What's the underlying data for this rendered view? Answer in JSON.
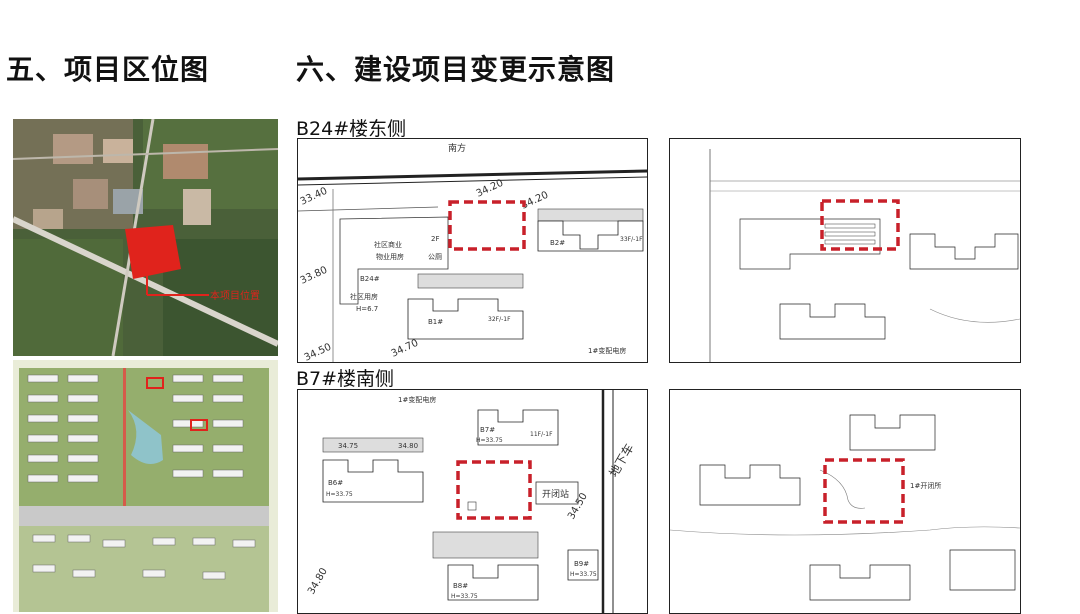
{
  "headings": {
    "location_title": "五、项目区位图",
    "change_title": "六、建设项目变更示意图"
  },
  "section_labels": {
    "b24": "B24#楼东侧",
    "b7": "B7#楼南侧"
  },
  "aerial": {
    "marker_label": "本项目位置"
  },
  "plan_b24_before": {
    "road_label": "南方",
    "elev_1": "33.40",
    "elev_2": "34.20",
    "elev_3": "34.20",
    "elev_4": "33.80",
    "elev_5": "34.50",
    "elev_6": "34.70",
    "text_community": "社区商业",
    "text_property": "物业用房",
    "text_toilet": "公厕",
    "text_2f": "2F",
    "text_b24": "B24#",
    "text_service": "社区用房",
    "text_h": "H=6.7",
    "text_b2": "B2#",
    "text_b1": "B1#",
    "text_18f_a": "33F/-1F",
    "text_18f_b": "32F/-1F",
    "text_transformer": "1#变配电房"
  },
  "plan_b7_before": {
    "text_transformer": "1#变配电房",
    "text_b7": "B7#",
    "text_b7_h": "H=33.75",
    "text_11f": "11F/-1F",
    "text_b6": "B6#",
    "text_b6_h": "H=33.75",
    "text_switch": "开闭站",
    "text_underground": "地下车",
    "elev_1": "34.75",
    "elev_2": "34.80",
    "elev_3": "34.50",
    "elev_4": "34.80",
    "text_b9": "B9#",
    "text_b9_h": "H=33.75",
    "text_b8": "B8#",
    "text_b8_h": "H=33.75"
  },
  "plan_b7_after": {
    "text_station": "1#开闭所"
  },
  "colors": {
    "highlight_red": "#c8202a",
    "aerial_green": "#3f5a34",
    "master_green": "#8fa866"
  }
}
